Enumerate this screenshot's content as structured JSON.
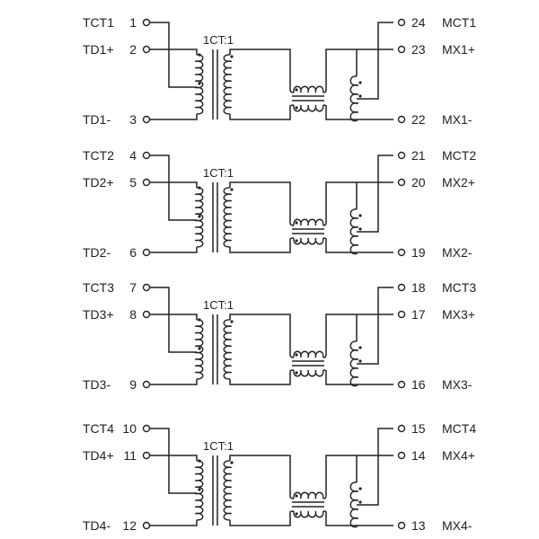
{
  "diagram": {
    "title": "",
    "channels": [
      {
        "id": 1,
        "ratio": "1CT:1",
        "left_pins": [
          {
            "name": "TCT1",
            "number": "1"
          },
          {
            "name": "TD1+",
            "number": "2"
          },
          {
            "name": "TD1-",
            "number": "3"
          }
        ],
        "right_pins": [
          {
            "name": "MCT1",
            "number": "24"
          },
          {
            "name": "MX1+",
            "number": "23"
          },
          {
            "name": "MX1-",
            "number": "22"
          }
        ]
      },
      {
        "id": 2,
        "ratio": "1CT:1",
        "left_pins": [
          {
            "name": "TCT2",
            "number": "4"
          },
          {
            "name": "TD2+",
            "number": "5"
          },
          {
            "name": "TD2-",
            "number": "6"
          }
        ],
        "right_pins": [
          {
            "name": "MCT2",
            "number": "21"
          },
          {
            "name": "MX2+",
            "number": "20"
          },
          {
            "name": "MX2-",
            "number": "19"
          }
        ]
      },
      {
        "id": 3,
        "ratio": "1CT:1",
        "left_pins": [
          {
            "name": "TCT3",
            "number": "7"
          },
          {
            "name": "TD3+",
            "number": "8"
          },
          {
            "name": "TD3-",
            "number": "9"
          }
        ],
        "right_pins": [
          {
            "name": "MCT3",
            "number": "18"
          },
          {
            "name": "MX3+",
            "number": "17"
          },
          {
            "name": "MX3-",
            "number": "16"
          }
        ]
      },
      {
        "id": 4,
        "ratio": "1CT:1",
        "left_pins": [
          {
            "name": "TCT4",
            "number": "10"
          },
          {
            "name": "TD4+",
            "number": "11"
          },
          {
            "name": "TD4-",
            "number": "12"
          }
        ],
        "right_pins": [
          {
            "name": "MCT4",
            "number": "15"
          },
          {
            "name": "MX4+",
            "number": "14"
          },
          {
            "name": "MX4-",
            "number": "13"
          }
        ]
      }
    ]
  }
}
